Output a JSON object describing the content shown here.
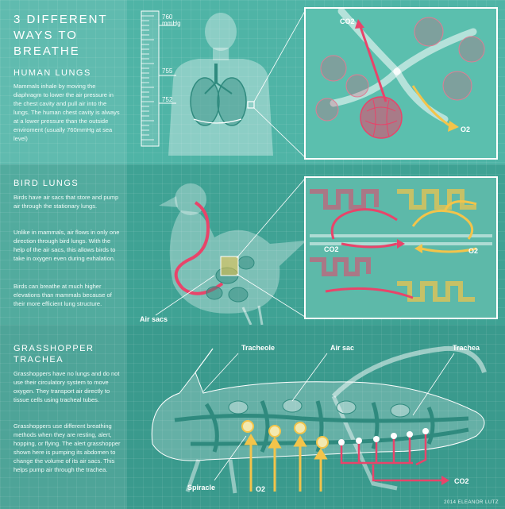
{
  "title_line1": "3 DIFFERENT",
  "title_line2": "WAYS TO",
  "title_line3": "BREATHE",
  "human": {
    "heading": "HUMAN LUNGS",
    "text": "Mammals inhale by moving the diaphragm to lower the air pressure in the chest cavity and pull air into the lungs. The human chest cavity is always at a lower pressure than the outside enviroment (usually 760mmHg at sea level)",
    "gauge_top": "760",
    "gauge_unit": "mmHg",
    "gauge_mid": "755",
    "gauge_low": "752",
    "co2": "CO2",
    "o2": "O2"
  },
  "bird": {
    "heading": "BIRD LUNGS",
    "text1": "Birds have air sacs that store and pump air through the stationary lungs.",
    "text2": "Unlike in mammals, air flows in only one direction through bird lungs. With the help of the air sacs, this allows birds to take in oxygen even during exhalation.",
    "text3": "Birds can breathe at much higher elevations than mammals because of their more efficient lung structure.",
    "air_sacs": "Air sacs",
    "co2": "CO2",
    "o2": "O2"
  },
  "grasshopper": {
    "heading1": "GRASSHOPPER",
    "heading2": "TRACHEA",
    "text1": "Grasshoppers have no lungs and do not use their circulatory system to move oxygen. They transport air directly to tissue cells using tracheal tubes.",
    "text2": "Grasshoppers use different breathing methods when they are resting, alert, hopping, or flying. The alert grasshopper shown here is pumping its abdomen to change the volume of its air sacs. This helps pump air through the trachea.",
    "tracheole": "Tracheole",
    "air_sac": "Air sac",
    "trachea": "Trachea",
    "spiracle": "Spiracle",
    "o2": "O2",
    "co2": "CO2"
  },
  "credit": "2014 ELEANOR LUTZ",
  "colors": {
    "pink": "#e8446a",
    "yellow": "#f3c44a",
    "teal": "#4fb4a6"
  }
}
